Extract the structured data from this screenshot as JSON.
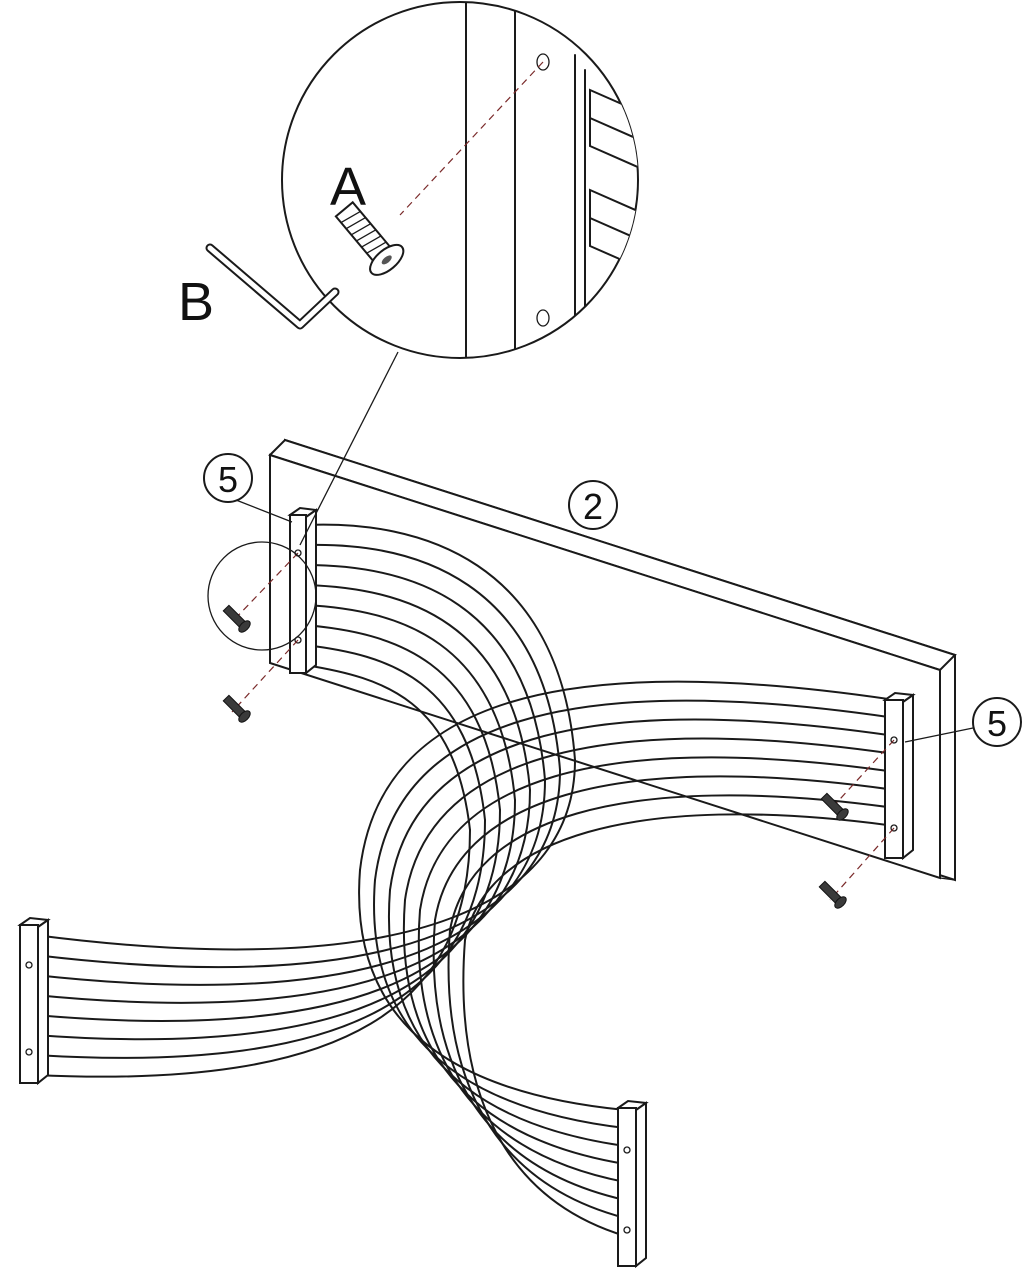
{
  "diagram": {
    "labels": {
      "screw": "A",
      "allen_key": "B",
      "part_left_slat": "5",
      "part_back_board": "2",
      "part_right_slat": "5"
    }
  }
}
